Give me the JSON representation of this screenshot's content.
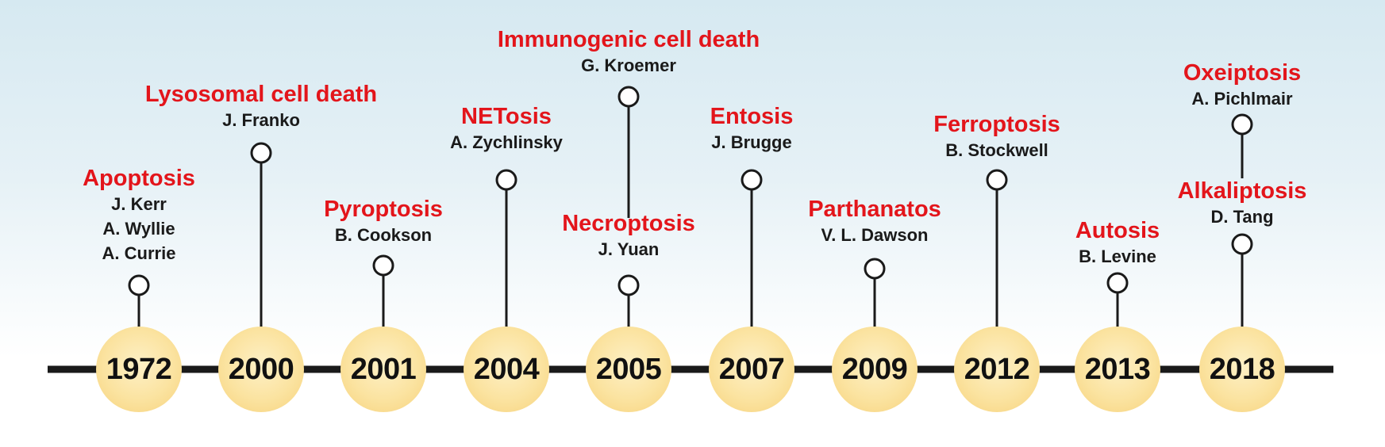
{
  "years": [
    "1972",
    "2000",
    "2001",
    "2004",
    "2005",
    "2007",
    "2009",
    "2012",
    "2013",
    "2018"
  ],
  "events": [
    {
      "year": "1972",
      "title": "Apoptosis",
      "authors": [
        "J. Kerr",
        "A. Wyllie",
        "A. Currie"
      ]
    },
    {
      "year": "2000",
      "title": "Lysosomal cell death",
      "authors": [
        "J. Franko"
      ]
    },
    {
      "year": "2001",
      "title": "Pyroptosis",
      "authors": [
        "B. Cookson"
      ]
    },
    {
      "year": "2004",
      "title": "NETosis",
      "authors": [
        "A. Zychlinsky"
      ]
    },
    {
      "year": "2005",
      "title": "Immunogenic cell death",
      "authors": [
        "G. Kroemer"
      ]
    },
    {
      "year": "2005",
      "title": "Necroptosis",
      "authors": [
        "J. Yuan"
      ]
    },
    {
      "year": "2007",
      "title": "Entosis",
      "authors": [
        "J. Brugge"
      ]
    },
    {
      "year": "2009",
      "title": "Parthanatos",
      "authors": [
        "V. L. Dawson"
      ]
    },
    {
      "year": "2012",
      "title": "Ferroptosis",
      "authors": [
        "B. Stockwell"
      ]
    },
    {
      "year": "2013",
      "title": "Autosis",
      "authors": [
        "B. Levine"
      ]
    },
    {
      "year": "2018",
      "title": "Oxeiptosis",
      "authors": [
        "A. Pichlmair"
      ]
    },
    {
      "year": "2018",
      "title": "Alkaliptosis",
      "authors": [
        "D. Tang"
      ]
    }
  ],
  "colors": {
    "title": "#e3151b",
    "author": "#1a1a1a",
    "axis": "#1a1a1a",
    "badge": "#fbe3a0",
    "background_top": "#d6e9f1"
  }
}
